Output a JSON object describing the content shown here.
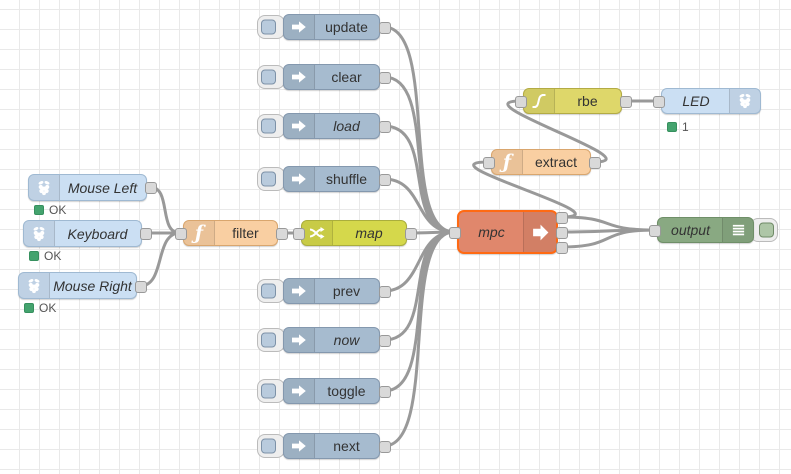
{
  "app": {
    "name": "Node-RED flow editor"
  },
  "colors": {
    "inject": "#a6bbcf",
    "rpi": "#cbdff3",
    "function": "#f9cfa2",
    "map": "#d5d84b",
    "rbe": "#ded76a",
    "mpc": "#e0876c",
    "mpc_selected": "#ff6a13",
    "debug": "#89a982",
    "status_green": "#44a36e",
    "wire": "#999999"
  },
  "icons": {
    "function_glyph": "ƒ"
  },
  "nodes": {
    "update": {
      "label": "update"
    },
    "clear": {
      "label": "clear"
    },
    "load": {
      "label": "load"
    },
    "shuffle": {
      "label": "shuffle"
    },
    "prev": {
      "label": "prev"
    },
    "now": {
      "label": "now"
    },
    "toggle": {
      "label": "toggle"
    },
    "next": {
      "label": "next"
    },
    "mouse_left": {
      "label": "Mouse Left",
      "status": "OK"
    },
    "keyboard": {
      "label": "Keyboard",
      "status": "OK"
    },
    "mouse_right": {
      "label": "Mouse Right",
      "status": "OK"
    },
    "filter": {
      "label": "filter"
    },
    "map": {
      "label": "map"
    },
    "mpc": {
      "label": "mpc"
    },
    "extract": {
      "label": "extract"
    },
    "rbe": {
      "label": "rbe"
    },
    "led": {
      "label": "LED",
      "status": "1"
    },
    "output": {
      "label": "output"
    }
  }
}
